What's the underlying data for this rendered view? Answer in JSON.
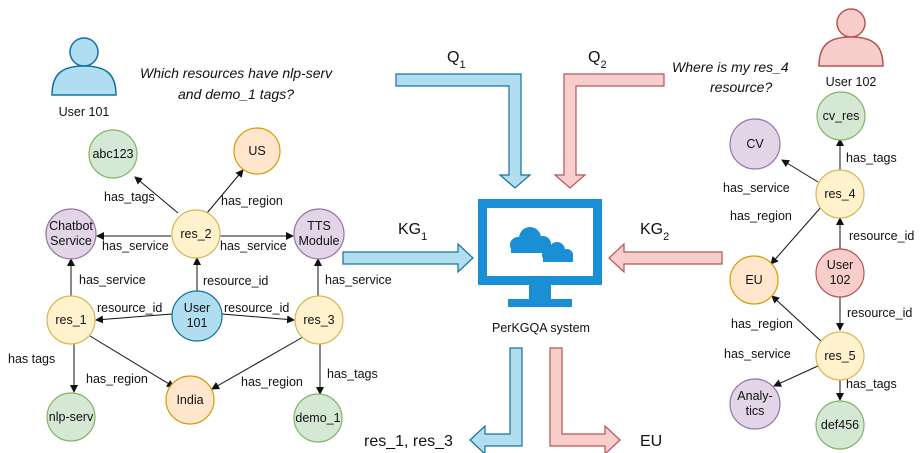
{
  "users": {
    "u1": "User 101",
    "u2": "User 102"
  },
  "questions": {
    "q1_line1": "Which resources have nlp-serv",
    "q1_line2": "and demo_1 tags?",
    "q2_line1": "Where is my res_4",
    "q2_line2": "resource?"
  },
  "flow": {
    "q1": "Q",
    "q1_sub": "1",
    "q2": "Q",
    "q2_sub": "2",
    "kg1": "KG",
    "kg1_sub": "1",
    "kg2": "KG",
    "kg2_sub": "2",
    "system": "PerKGQA system",
    "answer1": "res_1, res_3",
    "answer2": "EU"
  },
  "kg1": {
    "nodes": {
      "abc123": "abc123",
      "us": "US",
      "chatbot1": "Chatbot",
      "chatbot2": "Service",
      "res2": "res_2",
      "tts1": "TTS",
      "tts2": "Module",
      "res1": "res_1",
      "user1": "User",
      "user2": "101",
      "res3": "res_3",
      "india": "India",
      "nlp": "nlp-serv",
      "demo": "demo_1"
    },
    "edges": {
      "res2_tags": "has_tags",
      "res2_region": "has_region",
      "res2_service_l": "has_service",
      "res2_service_r": "has_service",
      "user_res2": "resource_id",
      "res1_service": "has_service",
      "res3_service": "has_service",
      "user_res1": "resource_id",
      "user_res3": "resource_id",
      "res1_tags": "has tags",
      "res1_region": "has_region",
      "res3_region": "has_region",
      "res3_tags": "has_tags"
    }
  },
  "kg2": {
    "nodes": {
      "cv_res": "cv_res",
      "cv": "CV",
      "res4": "res_4",
      "eu": "EU",
      "user1": "User",
      "user2": "102",
      "res5": "res_5",
      "analytics1": "Analy-",
      "analytics2": "tics",
      "def": "def456"
    },
    "edges": {
      "res4_tags": "has_tags",
      "res4_service": "has_service",
      "res4_region": "has_region",
      "user_res4": "resource_id",
      "user_res5": "resource_id",
      "res5_region": "has_region",
      "res5_service": "has_service",
      "res5_tags": "has_tags"
    }
  },
  "colors": {
    "green_fill": "#d5e8d4",
    "green_stroke": "#82b366",
    "orange_fill": "#ffe6cc",
    "orange_stroke": "#d79b00",
    "purple_fill": "#e1d5e7",
    "purple_stroke": "#9673a6",
    "yellow_fill": "#fff2cc",
    "yellow_stroke": "#d6b656",
    "blue_fill": "#b1ddf0",
    "blue_stroke": "#10739e",
    "red_fill": "#f8cecc",
    "red_stroke": "#b85450",
    "monitor": "#1a8fd6"
  }
}
